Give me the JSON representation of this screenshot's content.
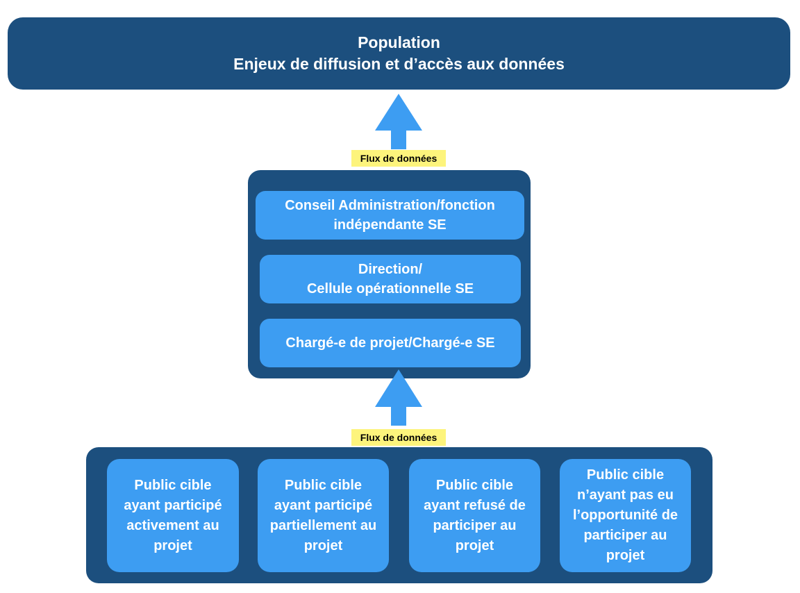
{
  "top": {
    "line1": "Population",
    "line2": "Enjeux de diffusion et d’accès aux données"
  },
  "flow_label": "Flux de données",
  "middle": {
    "items": [
      "Conseil Administration/fonction\nindépendante SE",
      "Direction/\nCellule opérationnelle SE",
      "Chargé-e de projet/Chargé-e SE"
    ]
  },
  "bottom": {
    "items": [
      "Public cible\nayant participé\nactivement au\nprojet",
      "Public cible\nayant participé\npartiellement au\nprojet",
      "Public cible\nayant refusé de\nparticiper au\nprojet",
      "Public cible\nn’ayant pas eu\nl’opportunité de\nparticiper au\nprojet"
    ]
  },
  "colors": {
    "dark_box": "#1c4f7e",
    "light_box": "#3d9df2",
    "arrow": "#3d9df2",
    "label_highlight": "#fdf47c"
  }
}
